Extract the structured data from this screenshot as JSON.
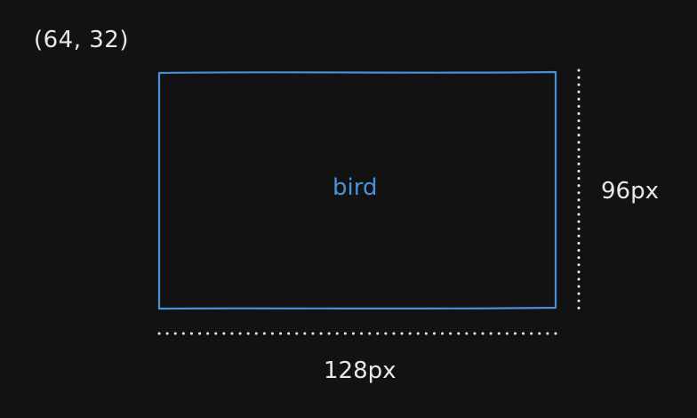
{
  "diagram": {
    "origin_label": "(64, 32)",
    "box_label": "bird",
    "height_label": "96px",
    "width_label": "128px"
  },
  "colors": {
    "background": "#121212",
    "box_stroke": "#4a90d9",
    "box_text": "#4a90d9",
    "text": "#e8e8e8",
    "dotted": "#e8e8e8"
  }
}
